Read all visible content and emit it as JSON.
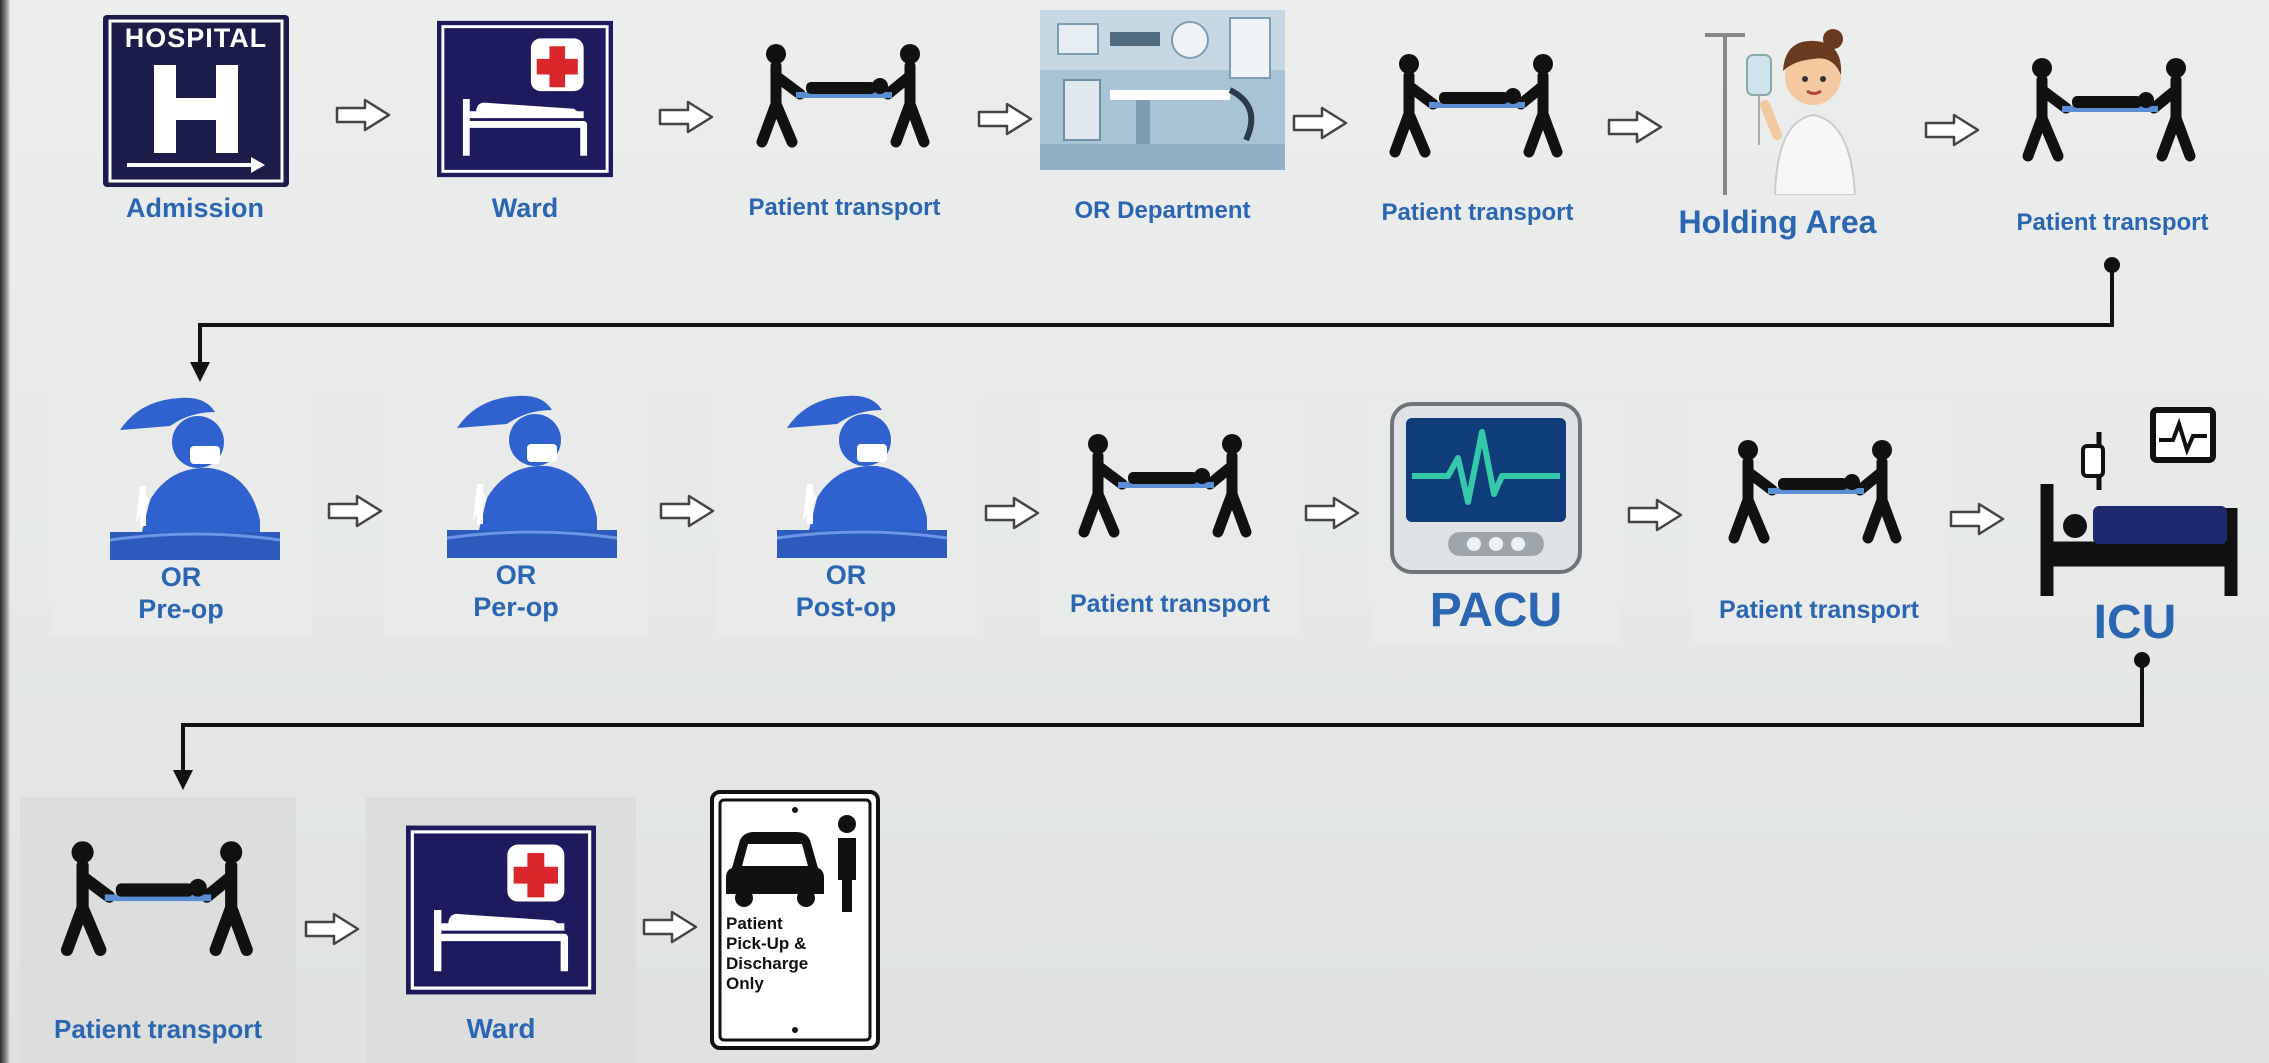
{
  "hospital_sign": {
    "text": "HOSPITAL",
    "letter": "H"
  },
  "row1": [
    {
      "name": "admission",
      "label": "Admission"
    },
    {
      "name": "ward",
      "label": "Ward"
    },
    {
      "name": "transport-1",
      "label": "Patient transport"
    },
    {
      "name": "or-department",
      "label": "OR Department"
    },
    {
      "name": "transport-2",
      "label": "Patient transport"
    },
    {
      "name": "holding-area",
      "label": "Holding Area"
    },
    {
      "name": "transport-3",
      "label": "Patient transport"
    }
  ],
  "row2": [
    {
      "name": "or-pre-op",
      "label_line1": "OR",
      "label_line2": "Pre-op"
    },
    {
      "name": "or-per-op",
      "label_line1": "OR",
      "label_line2": "Per-op"
    },
    {
      "name": "or-post-op",
      "label_line1": "OR",
      "label_line2": "Post-op"
    },
    {
      "name": "transport-4",
      "label": "Patient transport"
    },
    {
      "name": "pacu",
      "label": "PACU"
    },
    {
      "name": "transport-5",
      "label": "Patient transport"
    },
    {
      "name": "icu",
      "label": "ICU"
    }
  ],
  "row3": [
    {
      "name": "transport-6",
      "label": "Patient transport"
    },
    {
      "name": "ward-return",
      "label": "Ward"
    },
    {
      "name": "discharge-sign",
      "sign_lines": [
        "Patient",
        "Pick-Up &",
        "Discharge",
        "Only"
      ]
    }
  ],
  "colors": {
    "label_blue": "#2b66b3",
    "ward_navy": "#1e1a5e",
    "hospital_sign_navy": "#1c1d4a",
    "scrubs_blue": "#2f62cf",
    "cross_red": "#d8262b",
    "monitor_wave": "#34c9a8",
    "flow_line": "#111111"
  }
}
